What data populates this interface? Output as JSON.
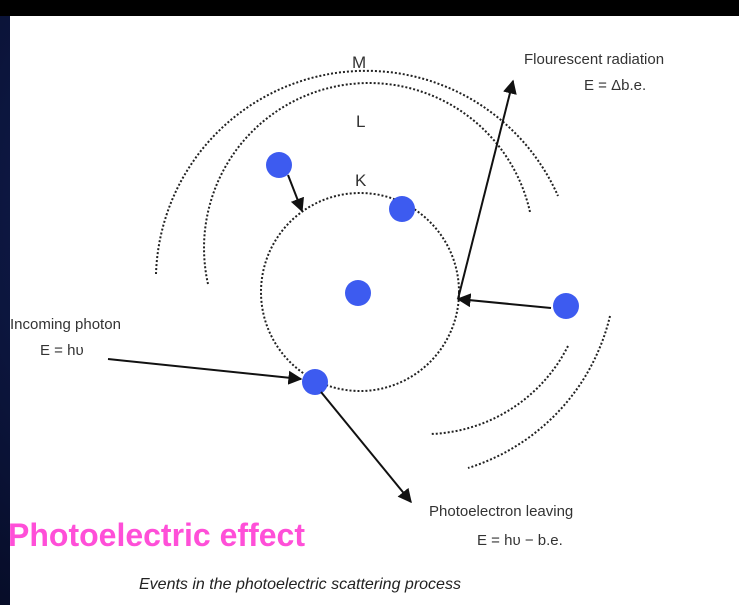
{
  "diagram": {
    "shell_labels": {
      "m": "M",
      "l": "L",
      "k": "K"
    },
    "incoming_photon": {
      "label": "Incoming photon",
      "energy": "E = hυ"
    },
    "fluorescent_radiation": {
      "label": "Flourescent radiation",
      "energy": "E = Δb.e."
    },
    "photoelectron": {
      "label": "Photoelectron leaving",
      "energy": "E = hυ − b.e."
    },
    "caption": "Events in the photoelectric scattering process"
  },
  "slide_title": "Photoelectric effect",
  "colors": {
    "electron": "#3d5bf0",
    "title": "#ff4fd8",
    "line": "#222222",
    "panel": "#ffffff"
  }
}
